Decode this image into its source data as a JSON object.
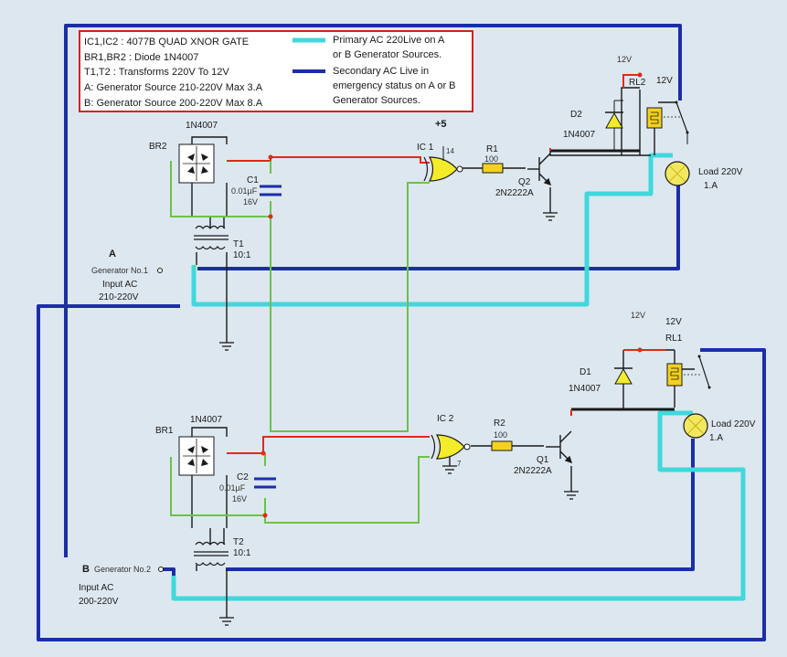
{
  "colors": {
    "background": "#dde7ef",
    "primary_line": "#40d8dc",
    "secondary_line": "#1b2ea8",
    "supply_wire": "#e02a1a",
    "ground_wire": "#6cc24a",
    "legend_border": "#d42020",
    "gate_fill": "#f4ec2a",
    "lamp_fill": "#f2e860",
    "relay_fill": "#f4d11e"
  },
  "legend": {
    "notes": [
      "IC1,IC2 :  4077B QUAD XNOR GATE",
      "BR1,BR2 : Diode 1N4007",
      "T1,T2 : Transforms 220V To 12V",
      "A: Generator Source 210-220V Max 3.A",
      "B: Generator Source 200-220V Max 8.A"
    ],
    "primary": [
      "Primary AC 220Live on A",
      "or B Generator Sources."
    ],
    "secondary": [
      "Secondary AC Live in",
      "emergency status on A or B",
      "Generator Sources."
    ]
  },
  "top": {
    "br_diode": "1N4007",
    "br": "BR2",
    "c": "C1",
    "c_val1": "0.01µF",
    "c_val2": "16V",
    "t": "T1",
    "t_ratio": "10:1",
    "vcc": "+5",
    "ic": "IC 1",
    "ic_pin14": "14",
    "r": "R1",
    "r_val": "100",
    "q": "Q2",
    "q_model": "2N2222A",
    "d": "D2",
    "d_model": "1N4007",
    "relay": "RL2",
    "v12a": "12V",
    "v12b": "12V",
    "load": [
      "Load 220V",
      "1.A"
    ],
    "gen_letter": "A",
    "gen": "Generator No.1",
    "input": [
      "Input AC",
      "210-220V"
    ]
  },
  "bottom": {
    "br_diode": "1N4007",
    "br": "BR1",
    "c": "C2",
    "c_val1": "0.01µF",
    "c_val2": "16V",
    "t": "T2",
    "t_ratio": "10:1",
    "ic": "IC 2",
    "ic_pin7": "7",
    "r": "R2",
    "r_val": "100",
    "q": "Q1",
    "q_model": "2N2222A",
    "d": "D1",
    "d_model": "1N4007",
    "relay": "RL1",
    "v12a": "12V",
    "v12b": "12V",
    "load": [
      "Load 220V",
      "1.A"
    ],
    "gen_letter": "B",
    "gen": "Generator No.2",
    "input": [
      "Input AC",
      "200-220V"
    ]
  }
}
